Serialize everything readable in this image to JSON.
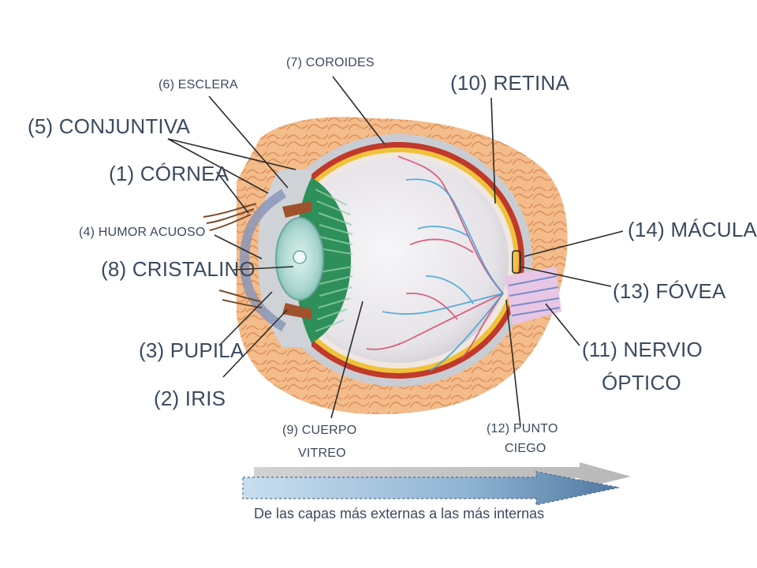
{
  "labels": {
    "conjuntiva": "(5) CONJUNTIVA",
    "esclera": "(6) ESCLERA",
    "coroides": "(7) COROIDES",
    "retina": "(10) RETINA",
    "cornea": "(1) CÓRNEA",
    "humor_acuoso": "(4) HUMOR ACUOSO",
    "cristalino": "(8) CRISTALINO",
    "pupila": "(3) PUPILA",
    "iris": "(2) IRIS",
    "macula": "(14) MÁCULA",
    "fovea": "(13) FÓVEA",
    "nervio_line1": "(11) NERVIO",
    "nervio_line2": "ÓPTICO",
    "cuerpo_line1": "(9) CUERPO",
    "cuerpo_line2": "VITREO",
    "punto_line1": "(12) PUNTO",
    "punto_line2": "CIEGO"
  },
  "caption": "De las capas más externas a las más internas",
  "colors": {
    "label_text": "#3b4a5e",
    "leader_line": "#2b2b2b",
    "tissue": "#e8a06a",
    "sclera": "#c9cdd3",
    "choroid": "#c0392b",
    "retina": "#f0c23a",
    "vitreous": "#e9e7ea",
    "ciliary": "#2f8f5a",
    "lens": "#a9d6cf",
    "blood_vessel_red": "#d64a6a",
    "blood_vessel_blue": "#3fa1d6",
    "arrow_top": "#c8c8c8",
    "arrow_bottom": "#5f86ad"
  }
}
